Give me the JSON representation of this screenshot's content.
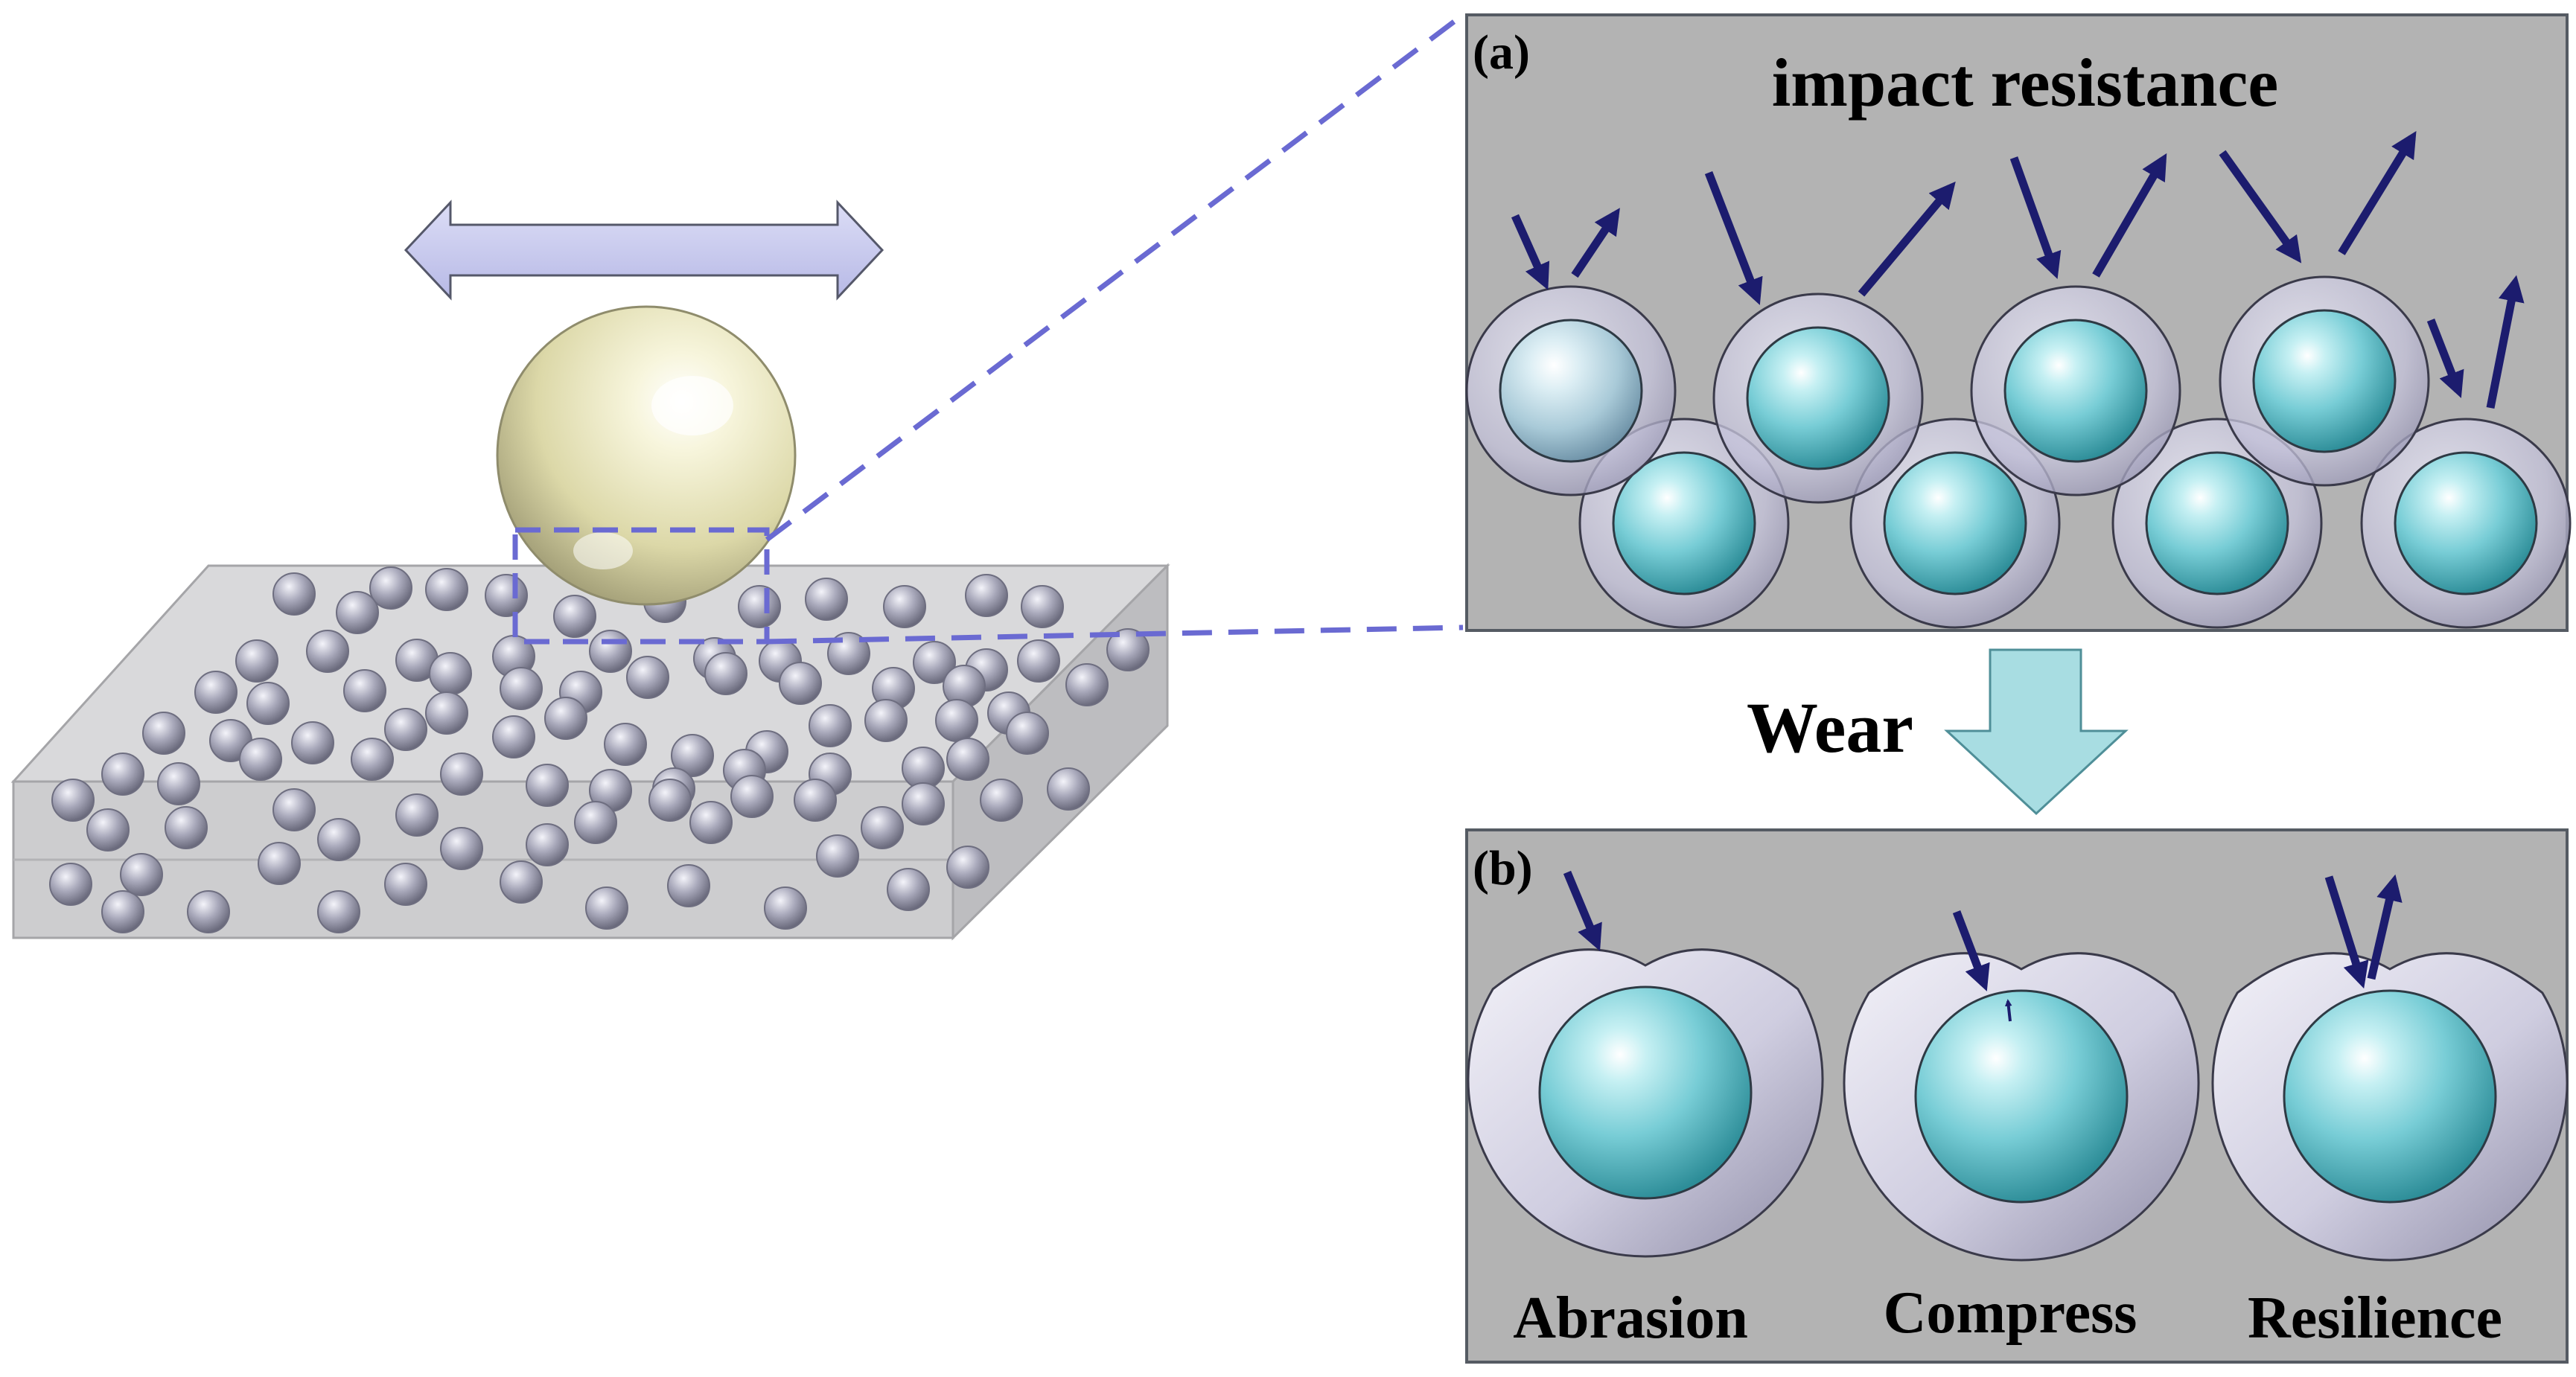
{
  "panel_a": {
    "tag": "(a)",
    "title": "impact resistance"
  },
  "wear_label": "Wear",
  "panel_b": {
    "tag": "(b)",
    "labels": [
      "Abrasion",
      "Compress",
      "Resilience"
    ]
  },
  "colors": {
    "panel_bg": "#b3b3b3",
    "panel_border": "#555b63",
    "arrow": "#1c1c6e",
    "dash": "#6a6ad2",
    "core_teal": "#7dd3dc",
    "shell_lavender": "#c9c8de",
    "wear_arrow": "#a8dde2",
    "double_arrow": "#c9caee",
    "steel_ball": "#e9e6bf"
  }
}
